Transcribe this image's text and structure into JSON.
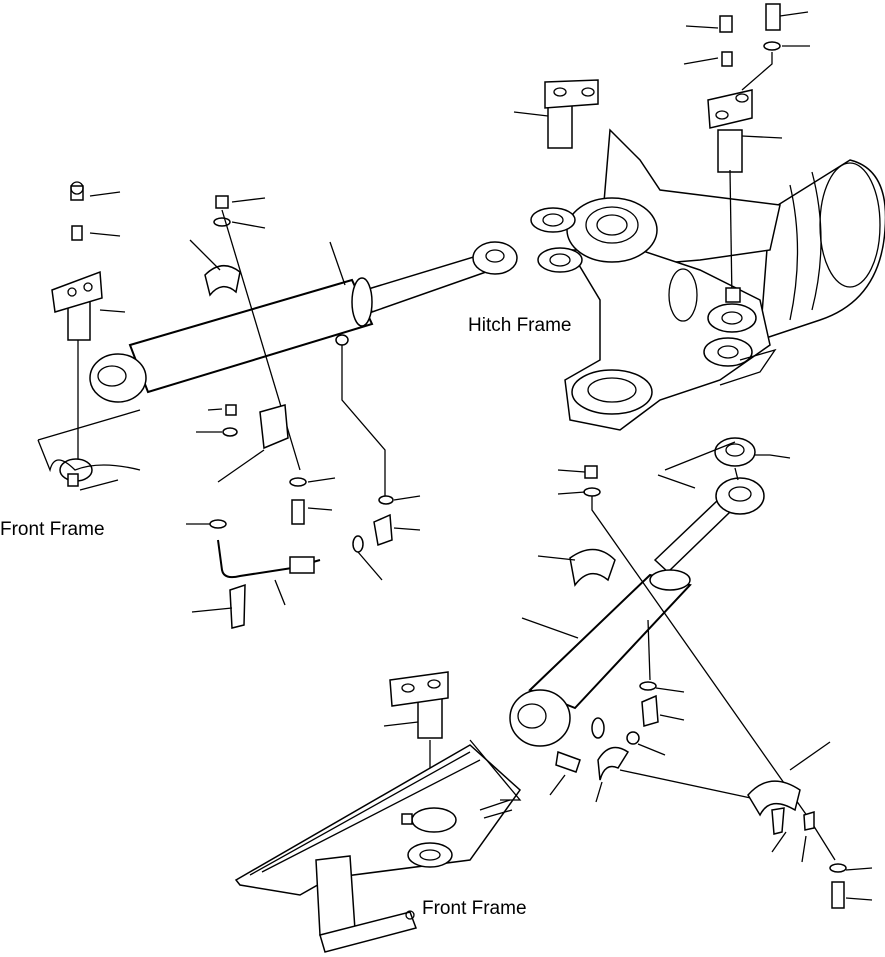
{
  "labels": {
    "hitch_frame": "Hitch Frame",
    "front_frame_left": "Front Frame",
    "front_frame_bottom": "Front Frame"
  }
}
